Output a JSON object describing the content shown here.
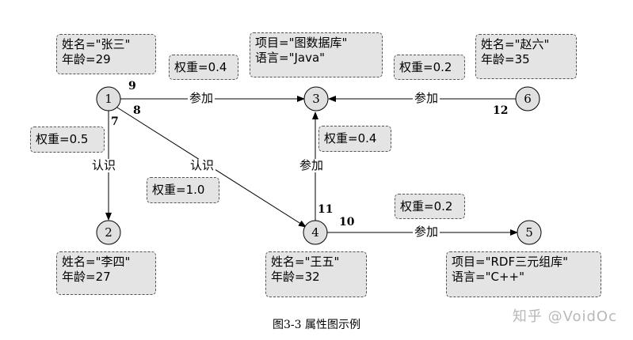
{
  "nodes": [
    {
      "id": "1"
    },
    {
      "id": "2"
    },
    {
      "id": "3"
    },
    {
      "id": "4"
    },
    {
      "id": "5"
    },
    {
      "id": "6"
    }
  ],
  "property_boxes": {
    "zhangsan": [
      "姓名=\"张三\"",
      "年龄=29"
    ],
    "lisi": [
      "姓名=\"李四\"",
      "年龄=27"
    ],
    "project3": [
      "项目=\"图数据库\"",
      "语言=\"Java\""
    ],
    "wangwu": [
      "姓名=\"王五\"",
      "年龄=32"
    ],
    "project5": [
      "项目=\"RDF三元组库\"",
      "语言=\"C++\""
    ],
    "zhaoliu": [
      "姓名=\"赵六\"",
      "年龄=35"
    ]
  },
  "edges": {
    "e9": {
      "id": "9",
      "label": "参加",
      "weight": "权重=0.4"
    },
    "e7": {
      "id": "7",
      "label": "认识",
      "weight": "权重=0.5"
    },
    "e8": {
      "id": "8",
      "label": "认识",
      "weight": "权重=1.0"
    },
    "e11": {
      "id": "11",
      "label": "参加",
      "weight": "权重=0.4"
    },
    "e10": {
      "id": "10",
      "label": "参加",
      "weight": "权重=0.2"
    },
    "e12": {
      "id": "12",
      "label": "参加",
      "weight": "权重=0.2"
    }
  },
  "caption": "图3-3 属性图示例",
  "watermark": "知乎 @VoidOc"
}
